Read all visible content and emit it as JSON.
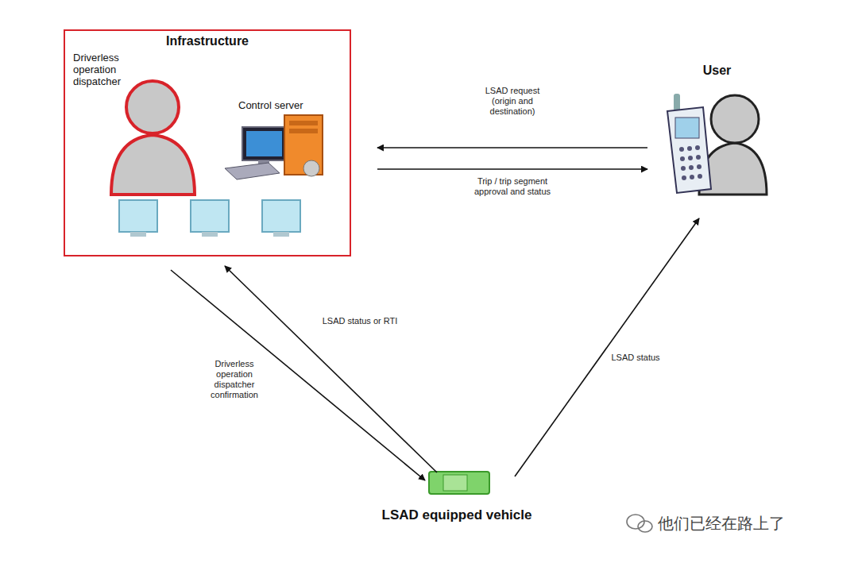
{
  "diagram": {
    "nodes": [
      {
        "text": [
          "Infrastructure",
          "Driverless operation dispatcher",
          "Control server"
        ]
      },
      {
        "text": [
          "User"
        ]
      },
      {
        "text": [
          "LSAD equipped vehicle"
        ]
      }
    ],
    "edges": [
      {
        "from": 1,
        "to": 0,
        "label": "LSAD request (origin and destination)",
        "arrow": "to"
      },
      {
        "from": 0,
        "to": 1,
        "label": "Trip / trip segment approval and status",
        "arrow": "to"
      },
      {
        "from": 0,
        "to": 2,
        "label": "Driverless operation dispatcher confirmation",
        "arrow": "to"
      },
      {
        "from": 2,
        "to": 0,
        "label": "LSAD status or RTI",
        "arrow": "to"
      },
      {
        "from": 2,
        "to": 1,
        "label": "LSAD status",
        "arrow": "to"
      }
    ],
    "labels": [
      "他们已经在路上了"
    ]
  }
}
